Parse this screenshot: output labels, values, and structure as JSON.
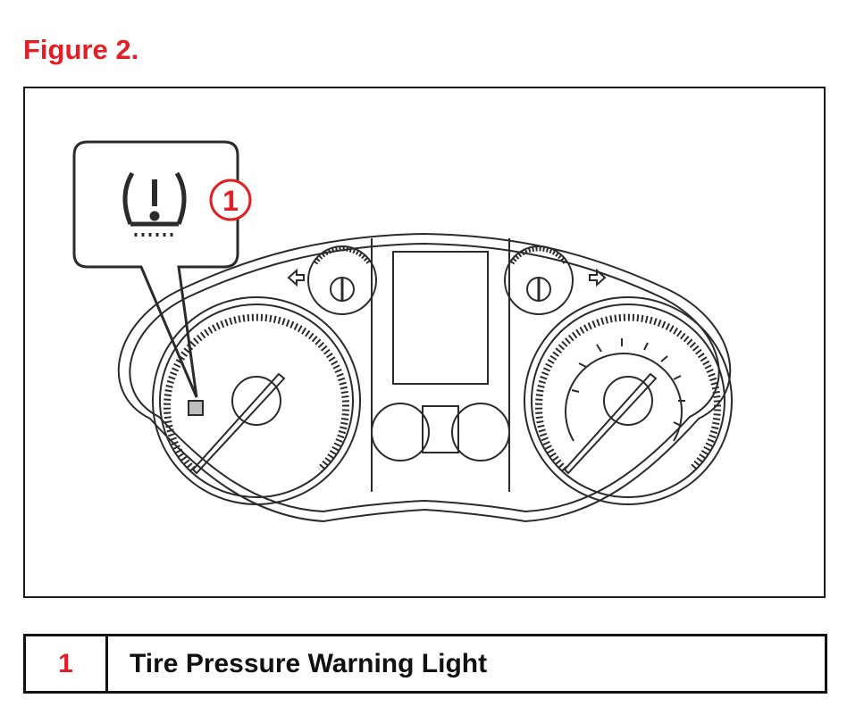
{
  "figure": {
    "title": "Figure 2."
  },
  "callout": {
    "number": "1"
  },
  "legend": {
    "number": "1",
    "label": "Tire Pressure Warning Light"
  },
  "colors": {
    "accent_red": "#e31e24",
    "line": "#2b2b2b",
    "indicator_fill": "#bdbdbd"
  },
  "icons": [
    "tire-pressure-warning-icon",
    "arrow-left-icon",
    "arrow-right-icon"
  ]
}
